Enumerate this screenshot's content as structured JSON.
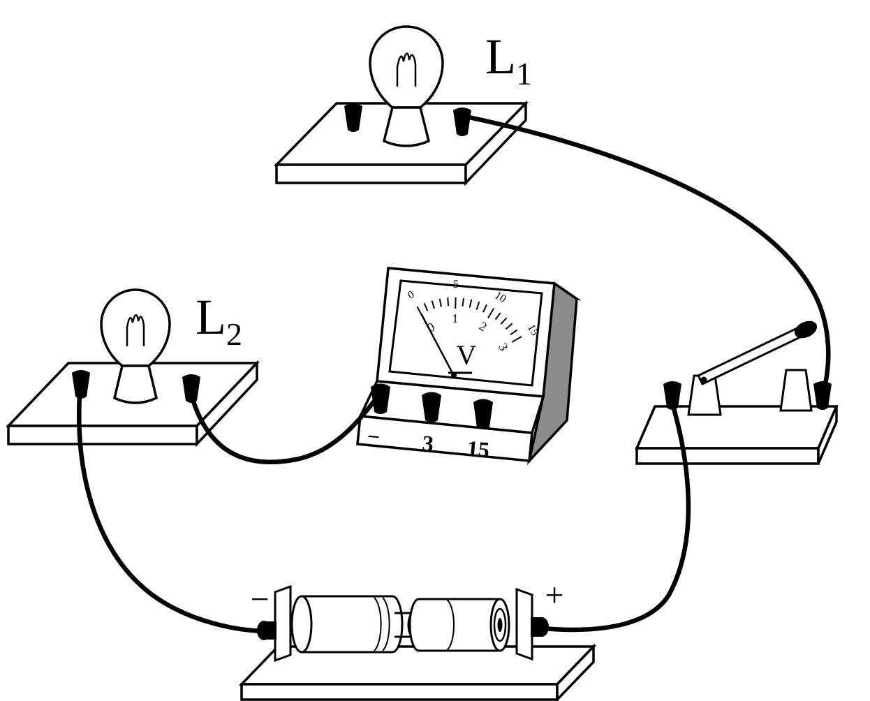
{
  "diagram": {
    "lamp1": {
      "letter": "L",
      "subscript": "1"
    },
    "lamp2": {
      "letter": "L",
      "subscript": "2"
    },
    "voltmeter": {
      "unit_label": "V",
      "outer_scale": [
        "0",
        "5",
        "10",
        "15"
      ],
      "inner_scale": [
        "0",
        "1",
        "2",
        "3"
      ],
      "terminal_row": [
        "−",
        "3",
        "15"
      ],
      "needle_value": "0"
    },
    "battery": {
      "negative": "−",
      "positive": "+"
    },
    "switch": {
      "state": "open"
    },
    "colors": {
      "meter_side": "#8c8c8c"
    }
  }
}
